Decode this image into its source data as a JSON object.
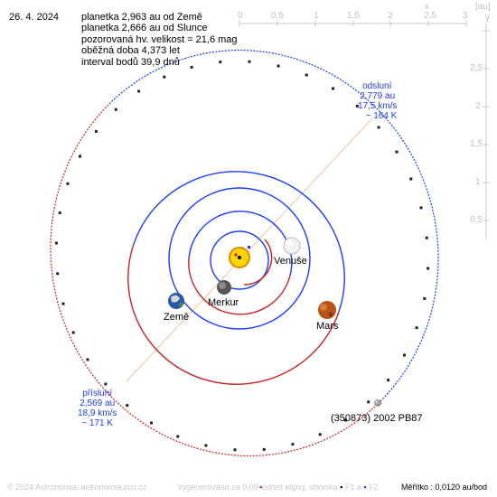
{
  "header": {
    "date": "26. 4. 2024",
    "info_lines": [
      "planetka 2,963 au od Země",
      "planetka 2,666 au od Slunce",
      "pozorovaná hv. velikost = 21,6 mag",
      "oběžná doba 4,373 let",
      "interval bodů 39,9 dnů"
    ]
  },
  "aphelion": {
    "title": "odsluní",
    "distance": "2,779 au",
    "speed": "17,5 km/s",
    "angle": "~ 164 K"
  },
  "perihelion": {
    "title": "přísluní",
    "distance": "2,569 au",
    "speed": "18,9 km/s",
    "angle": "~ 171 K"
  },
  "bodies": {
    "venus": "Venuše",
    "mercury": "Merkur",
    "earth": "Země",
    "mars": "Mars",
    "asteroid": "(350873) 2002 PB87"
  },
  "axes": {
    "x_unit": "[au]",
    "x_axis_name": "x",
    "y_axis_name": "y",
    "x_ticks": [
      "0",
      "0,5",
      "1",
      "1,5",
      "2",
      "2,5",
      "3"
    ],
    "y_ticks": [
      "2,5",
      "2",
      "1,5",
      "1",
      "0,5"
    ]
  },
  "footer": {
    "copyright": "© 2024 Astronomia, astronomia.zcu.cz",
    "generated": "Vygenerováno za 0,09 s",
    "legend_center": "střed elipsy, ohniska",
    "legend_f1": "F1 a",
    "legend_f2": "F2",
    "scale": "Měřítko : 0,0120 au/bod"
  },
  "colors": {
    "orbit_above": "#1a3cff",
    "orbit_below": "#cc2222",
    "apsis_line": "#f4c2a0",
    "axis": "#c8c8c8"
  },
  "icons": {
    "sun": "sun-icon",
    "earth": "earth-icon",
    "venus": "venus-icon",
    "mercury": "mercury-icon",
    "mars": "mars-icon",
    "asteroid": "asteroid-icon"
  }
}
